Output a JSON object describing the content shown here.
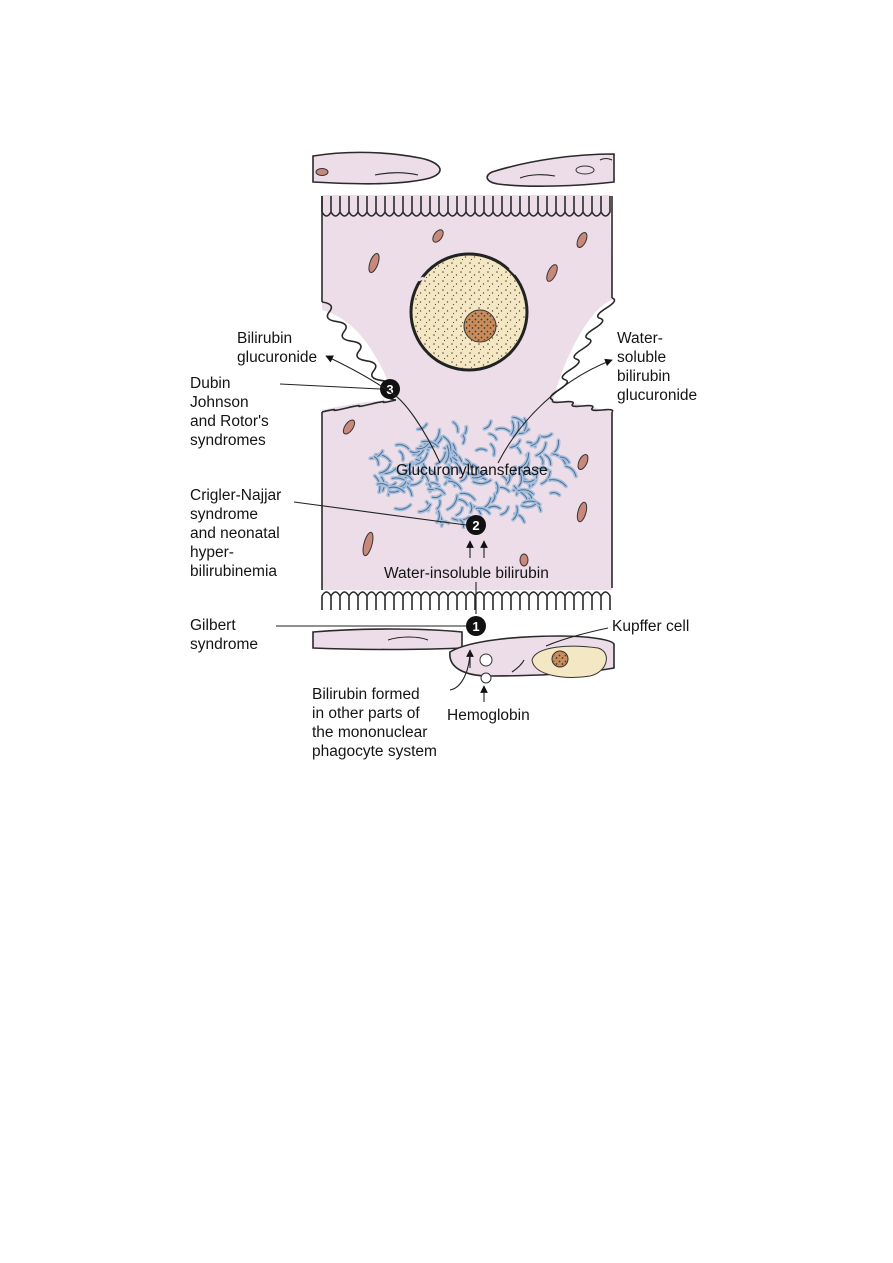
{
  "labels": {
    "bilirubin_glucuronide": [
      "Bilirubin",
      "glucuronide"
    ],
    "water_soluble": [
      "Water-",
      "soluble",
      "bilirubin",
      "glucuronide"
    ],
    "dubin_johnson": [
      "Dubin",
      "Johnson",
      "and Rotor's",
      "syndromes"
    ],
    "glucuronyltransferase": "Glucuronyltransferase",
    "crigler_najjar": [
      "Crigler-Najjar",
      "syndrome",
      "and neonatal",
      "hyper-",
      "bilirubinemia"
    ],
    "water_insoluble": "Water-insoluble bilirubin",
    "gilbert": [
      "Gilbert",
      "syndrome"
    ],
    "kupffer": "Kupffer cell",
    "bilirubin_formed": [
      "Bilirubin formed",
      "in other parts of",
      "the mononuclear",
      "phagocyte system"
    ],
    "hemoglobin": "Hemoglobin"
  },
  "steps": [
    "1",
    "2",
    "3"
  ],
  "colors": {
    "cell": "#ecdde8",
    "nucleus": "#f3e7c4",
    "er": "#a9c0dc",
    "mitochondria": "#c9897a",
    "marker": "#111111"
  }
}
